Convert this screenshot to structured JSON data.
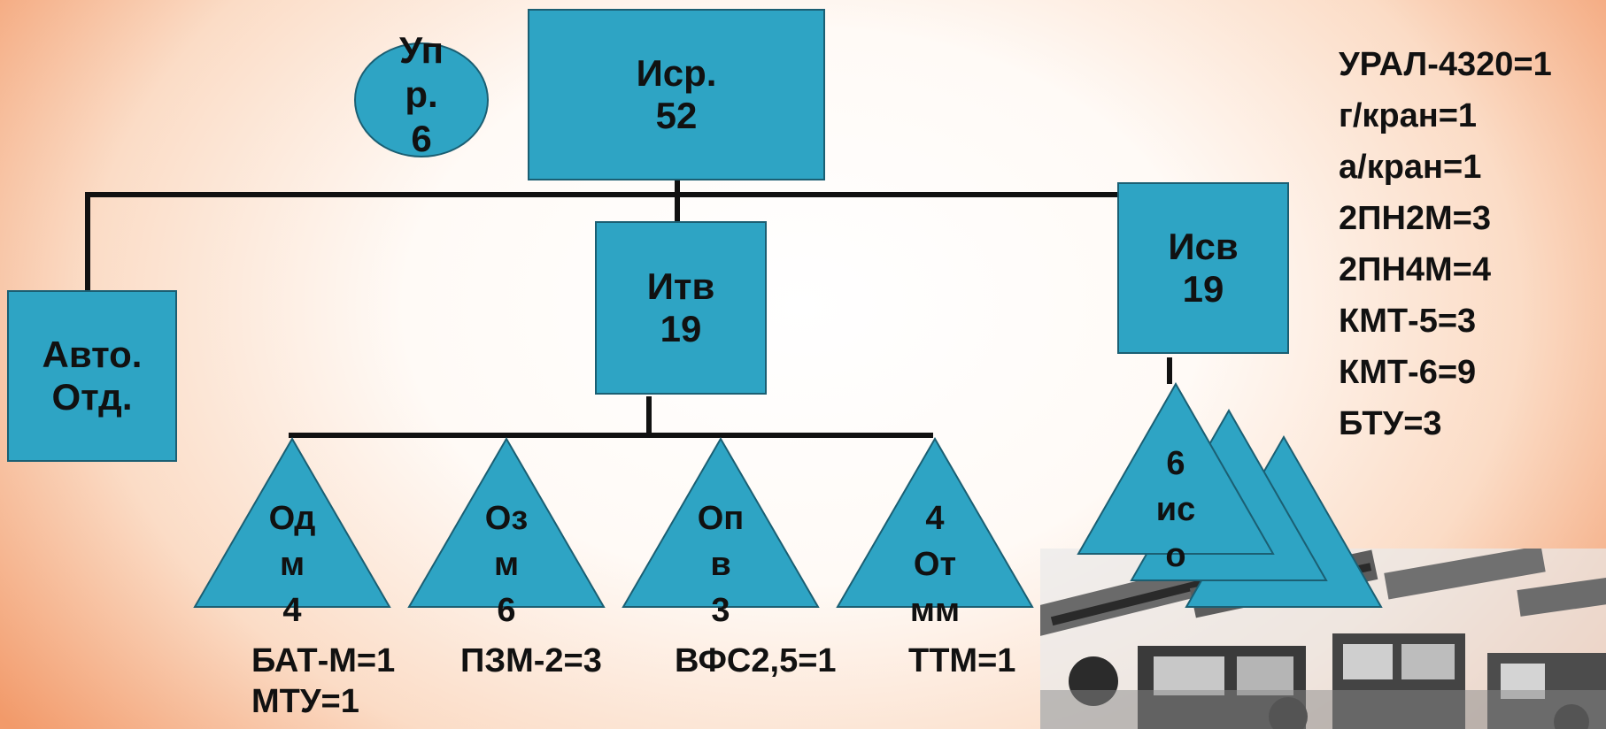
{
  "nodes": {
    "upr": {
      "lines": [
        "Уп",
        "р.",
        "6"
      ]
    },
    "isr": {
      "lines": [
        "Иср.",
        "52"
      ]
    },
    "avto": {
      "lines": [
        "Авто.",
        "Отд."
      ]
    },
    "itv": {
      "lines": [
        "Итв",
        "19"
      ]
    },
    "isv": {
      "lines": [
        "Исв",
        "19"
      ]
    },
    "odm": {
      "lines": [
        "Од",
        "м",
        "4"
      ]
    },
    "ozm": {
      "lines": [
        "Оз",
        "м",
        "6"
      ]
    },
    "opv": {
      "lines": [
        "Оп",
        "в",
        "3"
      ]
    },
    "otmm": {
      "lines": [
        "4",
        "От",
        "мм"
      ]
    },
    "iso": {
      "lines": [
        "6",
        "ис",
        "о"
      ]
    }
  },
  "equipment": {
    "odm": [
      "БАТ-М=1",
      "МТУ=1"
    ],
    "ozm": [
      "ПЗМ-2=3"
    ],
    "opv": [
      "ВФС2,5=1"
    ],
    "otmm": [
      "ТТМ=1"
    ]
  },
  "right_list": [
    "УРАЛ-4320=1",
    "г/кран=1",
    "а/кран=1",
    "2ПН2М=3",
    "2ПН4М=4",
    "КМТ-5=3",
    "КМТ-6=9",
    "БТУ=3"
  ],
  "colors": {
    "node_fill": "#2ea4c4",
    "node_border": "#1b5f73",
    "line": "#111111"
  }
}
